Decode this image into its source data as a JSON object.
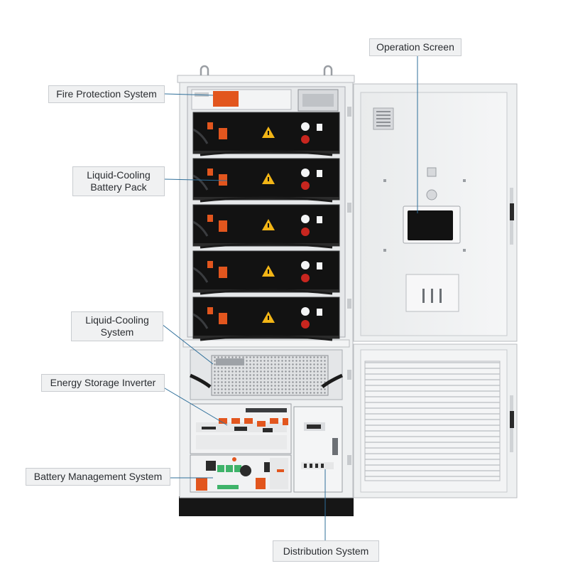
{
  "labels": {
    "fire_protection": "Fire Protection System",
    "battery_pack_line1": "Liquid-Cooling",
    "battery_pack_line2": "Battery Pack",
    "cooling_line1": "Liquid-Cooling",
    "cooling_line2": "System",
    "inverter": "Energy Storage Inverter",
    "bms": "Battery Management System",
    "operation_screen": "Operation Screen",
    "distribution": "Distribution System"
  },
  "colors": {
    "cabinet_body": "#eef0f1",
    "battery_module": "#121212",
    "accent_orange": "#e2561e",
    "warning_yellow": "#f2b516",
    "leader_line": "#2f6f9a"
  },
  "battery_modules": 5
}
